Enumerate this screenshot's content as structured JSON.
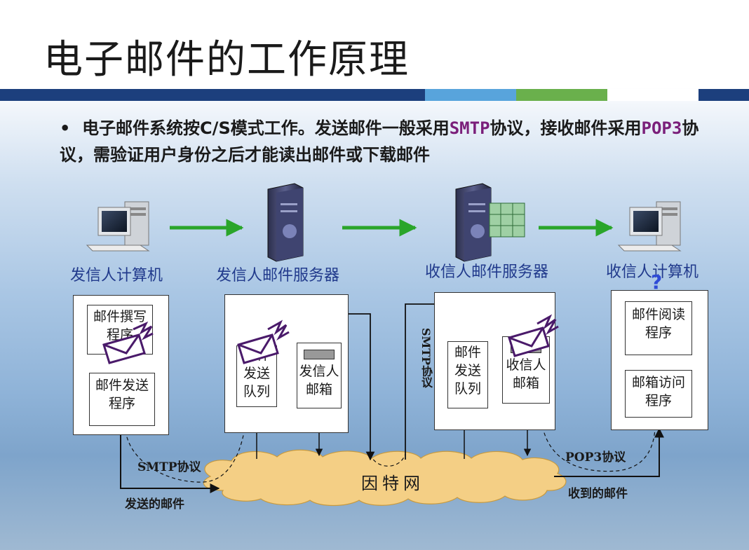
{
  "title": "电子邮件的工作原理",
  "bullet": {
    "marker": "•",
    "part1": "电子邮件系统按C/S模式工作。发送邮件一般采用",
    "smtp": "SMTP",
    "part2": "协议，接收邮件采用",
    "pop3": "POP3",
    "part3": "协议，需验证用户身份之后才能读出邮件或下载邮件"
  },
  "nodes": {
    "sender_pc": "发信人计算机",
    "sender_server": "发信人邮件服务器",
    "receiver_server": "收信人邮件服务器",
    "receiver_pc": "收信人计算机",
    "question_mark": "?"
  },
  "boxes": {
    "compose": "邮件撰写程序",
    "send_program": "邮件发送程序",
    "sender_queue": "邮件发送队列",
    "sender_mailbox": "发信人邮箱",
    "receiver_queue": "邮件发送队列",
    "receiver_mailbox": "收信人邮箱",
    "read_program": "邮件阅读程序",
    "mailbox_access": "邮箱访问程序"
  },
  "labels": {
    "smtp_left": "SMTP协议",
    "sent_mail": "发送的邮件",
    "smtp_vertical": "SMTP协议",
    "pop3": "POP3协议",
    "received_mail": "收到的邮件",
    "internet": "因特网"
  },
  "colors": {
    "caption": "#213a8c",
    "arrow_green": "#2aa52a",
    "highlight": "#7a1f7a",
    "band_navy": "#1c3f7d",
    "band_lightblue": "#58a4dc",
    "band_green": "#6ab04c",
    "cloud": "#f4cf85"
  }
}
